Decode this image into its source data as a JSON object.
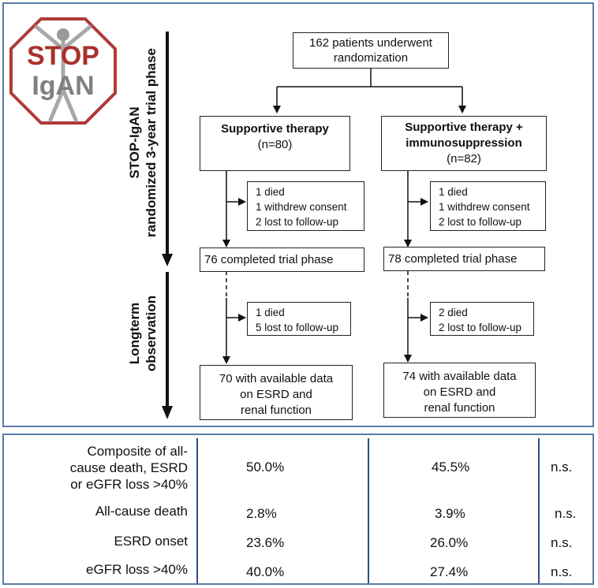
{
  "logo": {
    "word1": "STOP",
    "word2": "IgAN",
    "colors": {
      "octagon": "#b03a3a",
      "text1": "#a9302c",
      "text2": "#808080"
    }
  },
  "axis": {
    "phase1": {
      "line1": "STOP-IgAN",
      "line2": "randomized 3-year trial phase"
    },
    "phase2": {
      "line1": "Longterm",
      "line2": "observation"
    }
  },
  "randomization": {
    "line1": "162 patients underwent",
    "line2": "randomization"
  },
  "arms": [
    {
      "title": "Supportive therapy",
      "title2": "",
      "n": "(n=80)",
      "dropout1": [
        "1  died",
        "1  withdrew consent",
        "2  lost to follow-up"
      ],
      "completed": "76  completed trial phase",
      "dropout2": [
        "1  died",
        "5  lost to follow-up"
      ],
      "final": [
        "70 with available data",
        "on ESRD and",
        "renal function"
      ]
    },
    {
      "title": "Supportive therapy +",
      "title2": "immunosuppression",
      "n": "(n=82)",
      "dropout1": [
        "1  died",
        "1  withdrew consent",
        "2  lost to follow-up"
      ],
      "completed": "78  completed trial phase",
      "dropout2": [
        "2  died",
        "2  lost to follow-up"
      ],
      "final": [
        "74 with available data",
        "on ESRD and",
        "renal function"
      ]
    }
  ],
  "outcomes": [
    {
      "label": [
        "Composite of all-",
        "cause death, ESRD",
        "or eGFR loss >40%"
      ],
      "arm1": "50.0%",
      "arm2": "45.5%",
      "p": "n.s."
    },
    {
      "label": [
        "All-cause death"
      ],
      "arm1": "2.8%",
      "arm2": "3.9%",
      "p": "n.s."
    },
    {
      "label": [
        "ESRD onset"
      ],
      "arm1": "23.6%",
      "arm2": "26.0%",
      "p": "n.s."
    },
    {
      "label": [
        "eGFR loss >40%"
      ],
      "arm1": "40.0%",
      "arm2": "27.4%",
      "p": "n.s."
    }
  ],
  "colors": {
    "frame": "#5a7aa6",
    "divider": "#2f4f7f"
  }
}
